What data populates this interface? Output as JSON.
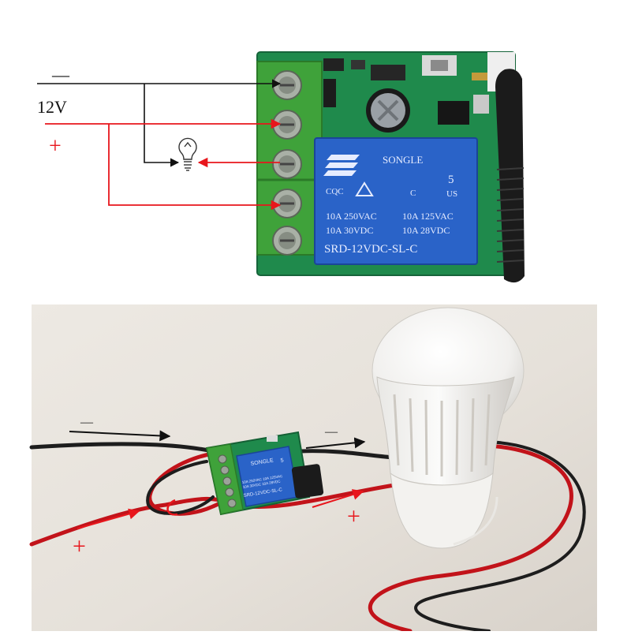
{
  "wiring_diagram": {
    "supply_label": "12V",
    "minus_sign": "—",
    "plus_sign": "+",
    "wire_colors": {
      "negative": "#111111",
      "positive": "#e8161c"
    },
    "relay": {
      "brand": "SONGLE",
      "cert_left": "CQC",
      "cert_c": "C",
      "cert_us": "US",
      "cert_number": "5",
      "rating_row1_left": "10A 250VAC",
      "rating_row1_right": "10A 125VAC",
      "rating_row2_left": "10A  30VDC",
      "rating_row2_right": "10A  28VDC",
      "model": "SRD-12VDC-SL-C",
      "color": "#2a63c8"
    },
    "board": {
      "pcb_color": "#1f8a4c",
      "terminal_color": "#3fa23a",
      "terminal_count": 5
    },
    "icons": [
      "light-bulb-icon",
      "screw-terminal-icon",
      "antenna-coil-icon"
    ]
  },
  "photo": {
    "minus_left": "—",
    "minus_right": "—",
    "plus_left": "+",
    "plus_right": "+",
    "mini_relay": {
      "brand": "SONGLE",
      "cert_number": "5",
      "rating_row1": "10A 250VAC  10A 125VAC",
      "rating_row2": "10A  30VDC  10A  28VDC",
      "model": "SRD-12VDC-SL-C"
    },
    "subjects": [
      "led-bulb",
      "relay-module",
      "red-black-wires"
    ]
  }
}
